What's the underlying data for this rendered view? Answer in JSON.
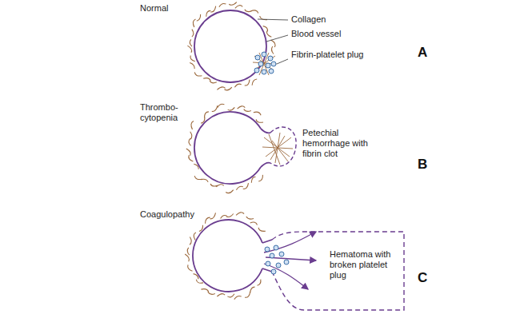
{
  "diagram": {
    "labels": [
      "Normal",
      "Collagen",
      "Blood vessel",
      "Fibrin-platelet plug",
      "A",
      "Thrombo- cytopenia",
      "Petechial hemorrhage with fibrin clot",
      "B",
      "Coagulopathy",
      "Hematoma with broken platelet plug",
      "C"
    ]
  }
}
